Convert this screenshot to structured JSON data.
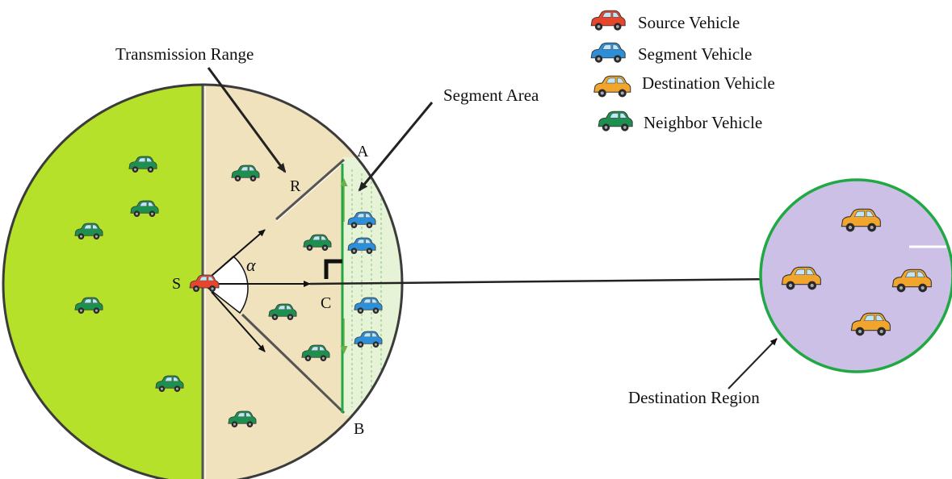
{
  "colors": {
    "left_half_fill": "#b5e12b",
    "right_half_fill": "#f1e2be",
    "segment_strip_fill": "#e6f3d6",
    "segment_line": "#1fa843",
    "dest_fill": "#cdc0e6",
    "dest_border": "#1fa843",
    "source_car": "#e8462c",
    "segment_car": "#2d8fd8",
    "destination_car": "#f2a52c",
    "neighbor_car": "#1d8f4e"
  },
  "legend": [
    {
      "label": "Source Vehicle",
      "color": "#e8462c"
    },
    {
      "label": "Segment Vehicle",
      "color": "#2d8fd8"
    },
    {
      "label": "Destination Vehicle",
      "color": "#f2a52c"
    },
    {
      "label": "Neighbor Vehicle",
      "color": "#1d8f4e"
    }
  ],
  "labels": {
    "transmission_range": "Transmission Range",
    "segment_area": "Segment Area",
    "destination_region": "Destination Region",
    "point_s": "S",
    "point_a": "A",
    "point_b": "B",
    "point_c": "C",
    "radius_r": "R",
    "angle_alpha": "α"
  },
  "vehicles": {
    "source": {
      "icon": "red-car-icon"
    },
    "segment": {
      "icon": "blue-car-icon"
    },
    "destination": {
      "icon": "orange-car-icon"
    },
    "neighbor": {
      "icon": "green-car-icon"
    }
  }
}
